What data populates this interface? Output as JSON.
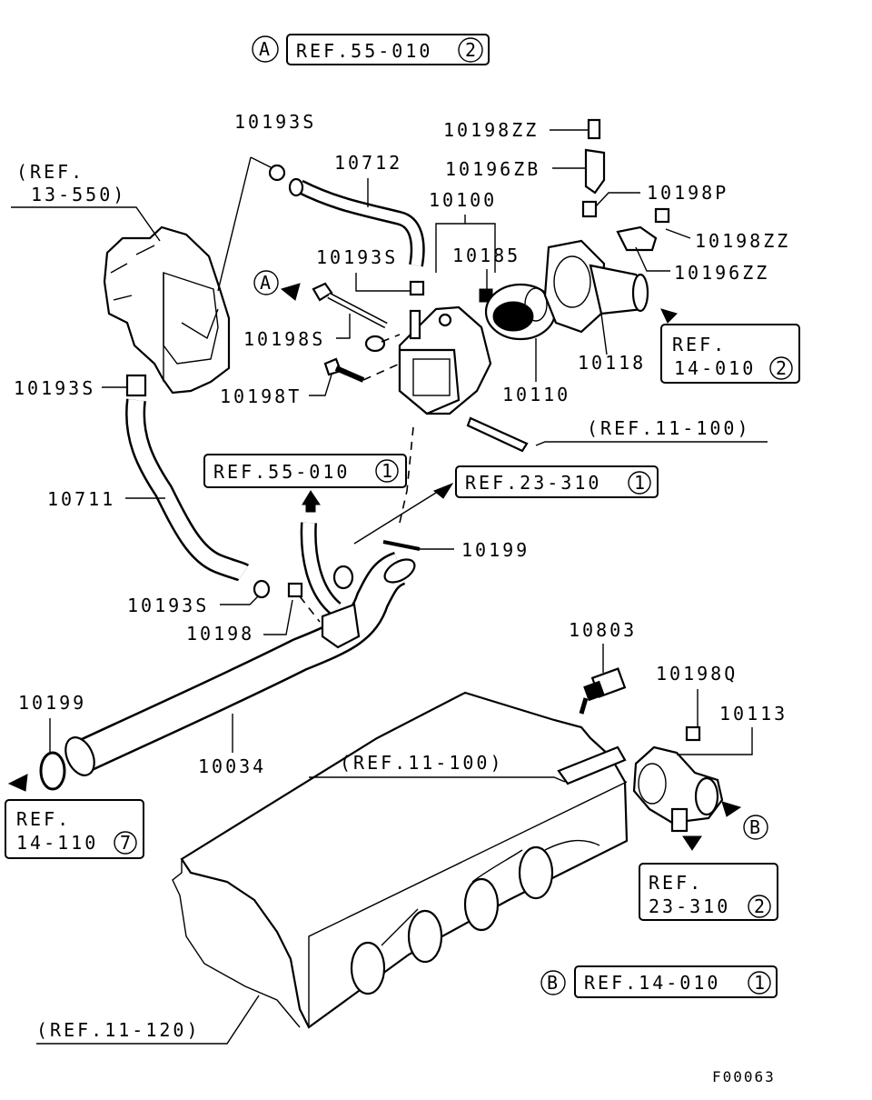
{
  "header_ref": {
    "letter": "A",
    "text": "REF.55-010",
    "circled": "2"
  },
  "parts": {
    "p10193s_top": "10193S",
    "p10712": "10712",
    "p10198zz_top": "10198ZZ",
    "p10196zb": "10196ZB",
    "p10100": "10100",
    "p10198p": "10198P",
    "p10198zz_mid": "10198ZZ",
    "p10196zz": "10196ZZ",
    "p10193s_mid": "10193S",
    "p10185": "10185",
    "p10198s": "10198S",
    "p10118": "10118",
    "p10193s_left": "10193S",
    "p10198t": "10198T",
    "p10110": "10110",
    "p10711": "10711",
    "p10199_mid": "10199",
    "p10193s_low": "10193S",
    "p10198": "10198",
    "p10803": "10803",
    "p10199_left": "10199",
    "p10198q": "10198Q",
    "p10113": "10113",
    "p10034": "10034"
  },
  "refs": {
    "ref_13_550_a": "(REF.",
    "ref_13_550_b": "13-550)",
    "ref_14_010_2_a": "REF.",
    "ref_14_010_2_b": "14-010",
    "ref_14_010_2_c": "2",
    "ref_11_100_top": "(REF.11-100)",
    "ref_55_010_1": "REF.55-010",
    "ref_55_010_1_c": "1",
    "ref_23_310_1": "REF.23-310",
    "ref_23_310_1_c": "1",
    "ref_11_100_mid": "(REF.11-100)",
    "ref_14_110_a": "REF.",
    "ref_14_110_b": "14-110",
    "ref_14_110_c": "7",
    "ref_23_310_2_a": "REF.",
    "ref_23_310_2_b": "23-310",
    "ref_23_310_2_c": "2",
    "ref_b_letter": "B",
    "ref_14_010_1": "REF.14-010",
    "ref_14_010_1_c": "1",
    "ref_11_120": "(REF.11-120)",
    "marker_a": "A",
    "marker_b": "B"
  },
  "figure_code": "F00063"
}
